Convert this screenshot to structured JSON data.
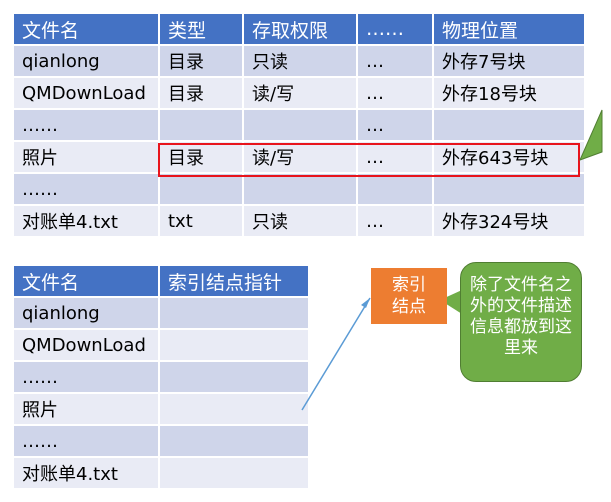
{
  "file_table": {
    "headers": [
      "文件名",
      "类型",
      "存取权限",
      "……",
      "物理位置"
    ],
    "rows": [
      [
        "qianlong",
        "目录",
        "只读",
        "…",
        "外存7号块"
      ],
      [
        "QMDownLoad",
        "目录",
        "读/写",
        "…",
        "外存18号块"
      ],
      [
        "……",
        "",
        "",
        "…",
        ""
      ],
      [
        "照片",
        "目录",
        "读/写",
        "…",
        "外存643号块"
      ],
      [
        "……",
        "",
        "",
        "",
        ""
      ],
      [
        "对账单4.txt",
        "txt",
        "只读",
        "…",
        "外存324号块"
      ]
    ]
  },
  "index_table": {
    "headers": [
      "文件名",
      "索引结点指针"
    ],
    "rows": [
      [
        "qianlong",
        ""
      ],
      [
        "QMDownLoad",
        ""
      ],
      [
        "……",
        ""
      ],
      [
        "照片",
        ""
      ],
      [
        "……",
        ""
      ],
      [
        "对账单4.txt",
        ""
      ]
    ]
  },
  "inode": {
    "line1": "索引",
    "line2": "结点"
  },
  "callout": {
    "text": "除了文件名之外的文件描述信息都放到这里来"
  },
  "colors": {
    "header": "#4472c4",
    "row_dark": "#cfd5ea",
    "row_light": "#e9ebf5",
    "highlight": "#e8141c",
    "inode": "#ed7d31",
    "callout": "#70ad47",
    "arrow": "#5b9bd5"
  }
}
